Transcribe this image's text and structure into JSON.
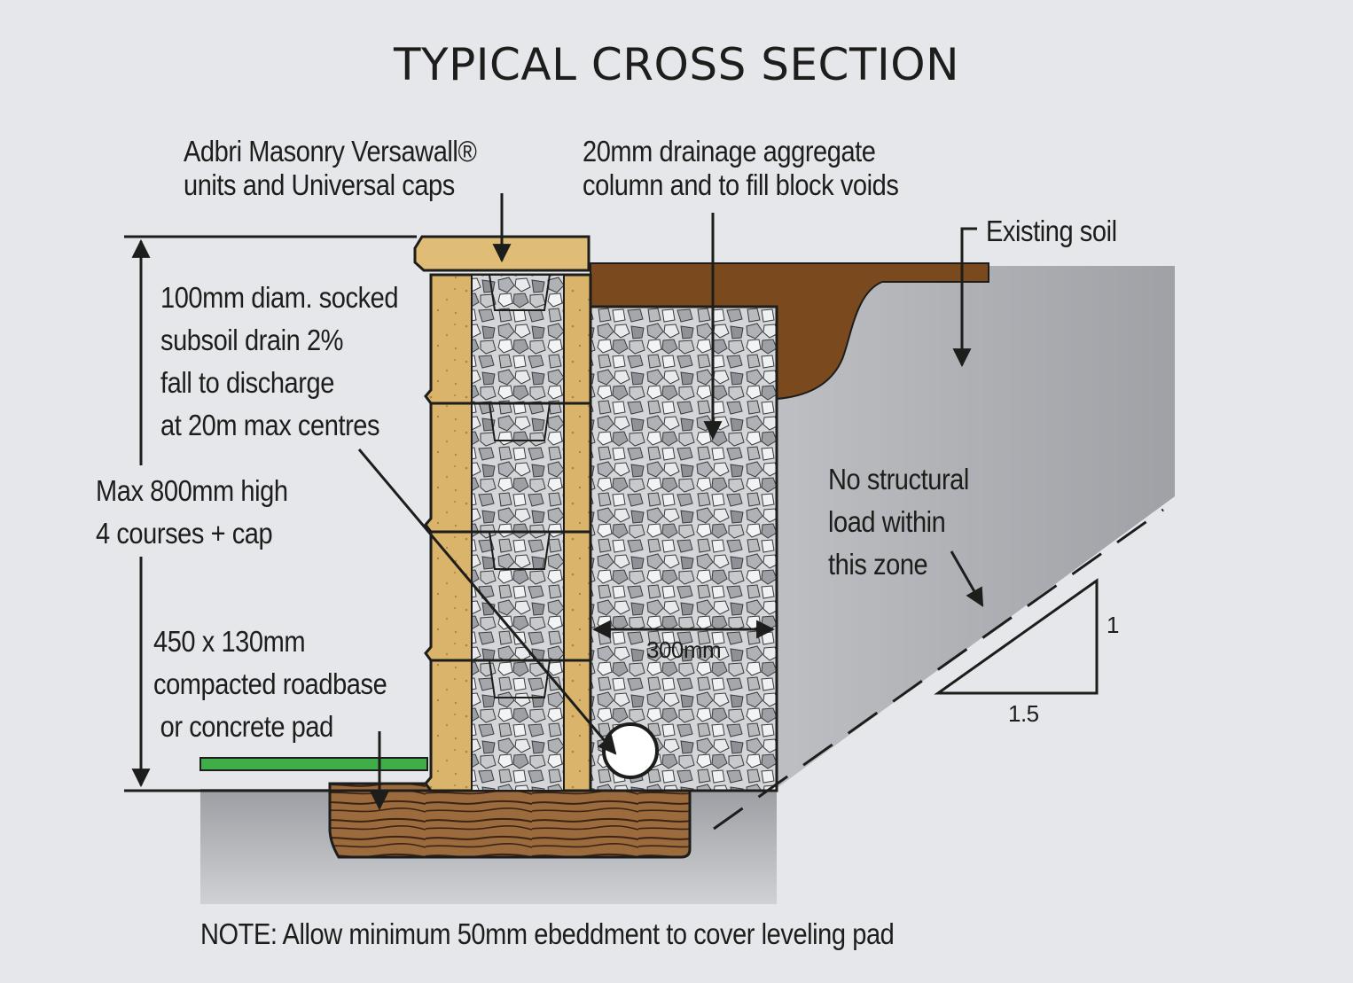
{
  "title": "TYPICAL CROSS SECTION",
  "labels": {
    "block_units": [
      "Adbri Masonry Versawall®",
      "units and Universal caps"
    ],
    "aggregate": [
      "20mm drainage aggregate",
      "column and to fill block voids"
    ],
    "existing_soil": "Existing soil",
    "drain": [
      "100mm diam. socked",
      "subsoil drain 2%",
      "fall to discharge",
      "at 20m max centres"
    ],
    "height": [
      "Max 800mm high",
      "4 courses + cap"
    ],
    "pad": [
      "450 x 130mm",
      "compacted roadbase",
      " or concrete pad"
    ],
    "zone": [
      "No structural",
      "load within",
      "this zone"
    ],
    "width_dim": "300mm",
    "slope_rise": "1",
    "slope_run": "1.5",
    "note": "NOTE: Allow minimum 50mm ebeddment to cover leveling pad"
  },
  "colors": {
    "background": "#e6e7eb",
    "block": "#d9b46a",
    "cap": "#e0bd76",
    "aggregate": "#c9cbcf",
    "soil_brown": "#7a4a1e",
    "pad_brown": "#9b6a3d",
    "grass_green": "#3fae49",
    "ground_grey": "#b3b5ba",
    "line": "#1d1d1b"
  }
}
